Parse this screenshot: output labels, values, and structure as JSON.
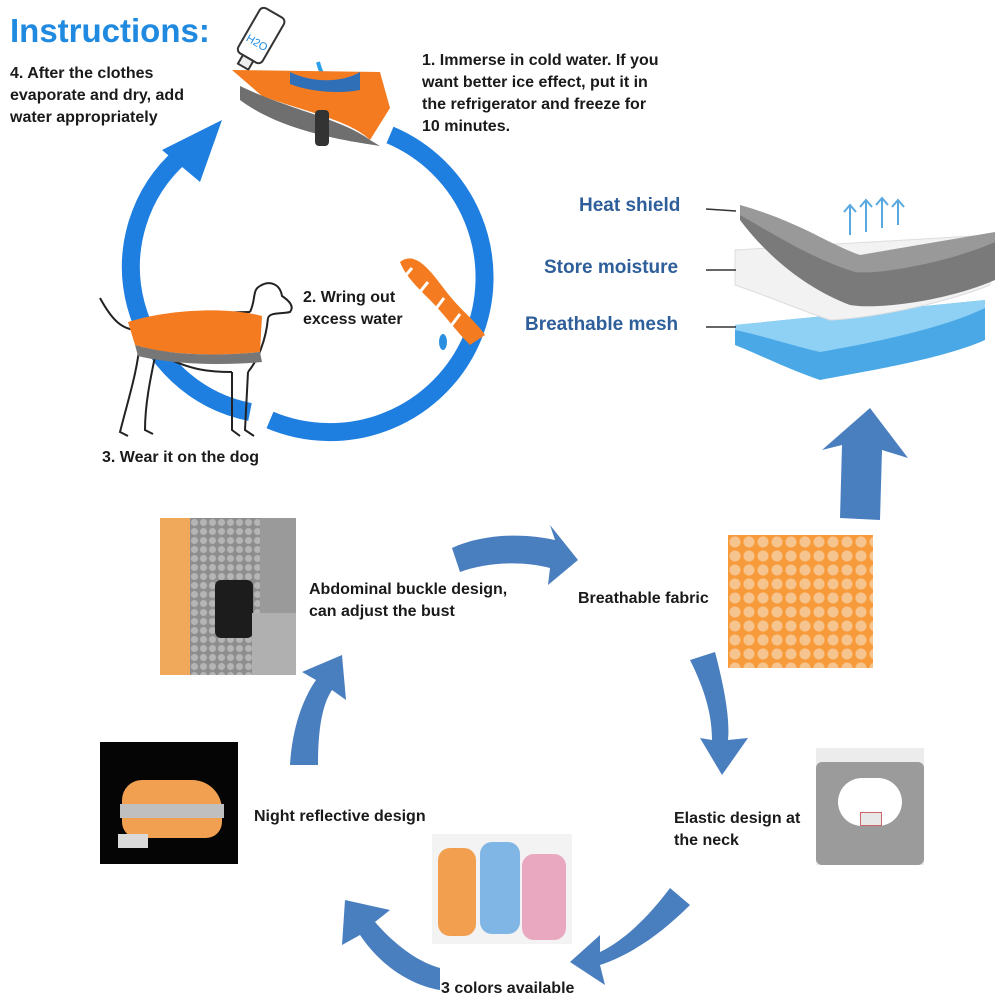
{
  "title": "Instructions:",
  "bottle_label": "H2O",
  "steps": {
    "step1": "1. Immerse in cold water. If you want better ice effect, put it in the refrigerator and freeze for 10 minutes.",
    "step2": "2. Wring out excess water",
    "step3": "3. Wear it on the dog",
    "step4": "4. After the clothes evaporate and dry, add water appropriately"
  },
  "layers": {
    "heat_shield": "Heat shield",
    "store_moisture": "Store moisture",
    "breathable_mesh": "Breathable mesh"
  },
  "features": {
    "breathable_fabric": "Breathable fabric",
    "elastic_neck": "Elastic design at the neck",
    "colors": "3 colors available",
    "night_reflective": "Night reflective design",
    "buckle": "Abdominal buckle design, can adjust the bust"
  },
  "colors": {
    "cycle_blue": "#1f7fe0",
    "arrow_blue": "#4a7fbf",
    "vest_orange": "#f47b20",
    "mesh_orange": "#f79a3a",
    "vest_blue": "#7fb6e6",
    "vest_pink": "#e9a8c0"
  }
}
